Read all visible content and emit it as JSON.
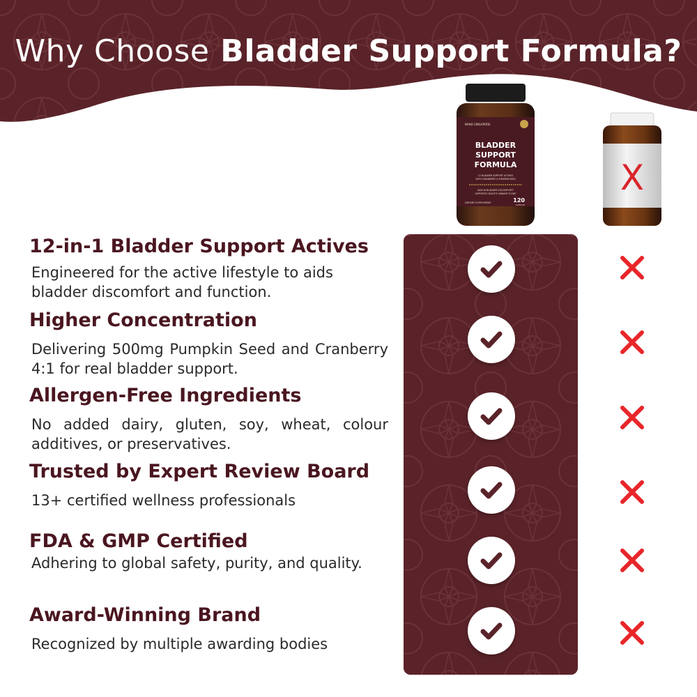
{
  "header": {
    "title_regular": "Why Choose",
    "title_bold": "Bladder Support Formula?"
  },
  "product": {
    "brand": "NANO SINGAPORE",
    "name_line1": "BLADDER",
    "name_line2": "SUPPORT",
    "name_line3": "FORMULA",
    "tagline_line1": "12 BLADDER SUPPORT ACTIVES",
    "tagline_line2": "WITH CRANBERRY & PUMPKIN SEED",
    "claim_line1": "AIDS IN BLADDER DISCOMFORT*",
    "claim_line2": "SUPPORTS HEALTHY URINARY FLOW*",
    "label": "DIETARY SUPPLEMENT",
    "count": "120",
    "count_unit": "CAPSULES"
  },
  "generic": {
    "mark": "X"
  },
  "features": [
    {
      "title": "12-in-1 Bladder Support Actives",
      "desc": "Engineered for the active lifestyle to aids bladder discomfort and function."
    },
    {
      "title": "Higher Concentration",
      "desc": "Delivering 500mg Pumpkin Seed and Cranberry 4:1 for real bladder support."
    },
    {
      "title": "Allergen-Free Ingredients",
      "desc": "No added dairy, gluten, soy, wheat, colour additives, or preservatives."
    },
    {
      "title": "Trusted by Expert Review Board",
      "desc": "13+ certified wellness professionals"
    },
    {
      "title": "FDA & GMP Certified",
      "desc": "Adhering to global safety, purity, and quality."
    },
    {
      "title": "Award-Winning Brand",
      "desc": "Recognized by multiple awarding bodies"
    }
  ],
  "colors": {
    "maroon": "#5a2329",
    "title_text": "#4a1620",
    "check": "#5a2329",
    "cross": "#e8262a"
  },
  "icons": {
    "check": "check-icon",
    "cross": "cross-icon"
  }
}
